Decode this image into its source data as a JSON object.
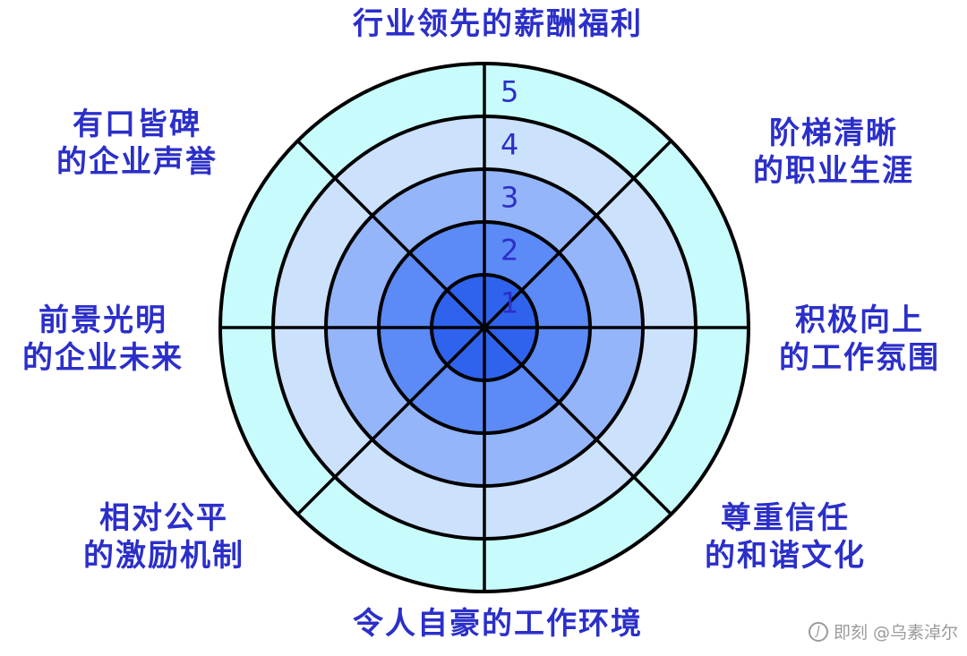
{
  "diagram": {
    "rings": [
      {
        "level": "1",
        "fill": "#2f63ee"
      },
      {
        "level": "2",
        "fill": "#5c8af6"
      },
      {
        "level": "3",
        "fill": "#95b5fa"
      },
      {
        "level": "4",
        "fill": "#cbe1fc"
      },
      {
        "level": "5",
        "fill": "#c8fcfc"
      }
    ],
    "line_color": "#000000",
    "number_color": "#2b2fc9",
    "labels": {
      "top": "行业领先的薪酬福利",
      "top_right": [
        "阶梯清晰",
        "的职业生涯"
      ],
      "right": [
        "积极向上",
        "的工作氛围"
      ],
      "bottom_right": [
        "尊重信任",
        "的和谐文化"
      ],
      "bottom": "令人自豪的工作环境",
      "bottom_left": [
        "相对公平",
        "的激励机制"
      ],
      "left": [
        "前景光明",
        "的企业未来"
      ],
      "top_left": [
        "有口皆碑",
        "的企业声誉"
      ]
    }
  },
  "watermark": {
    "icon": "jike-logo-icon",
    "text": "即刻 @乌素淖尔"
  }
}
